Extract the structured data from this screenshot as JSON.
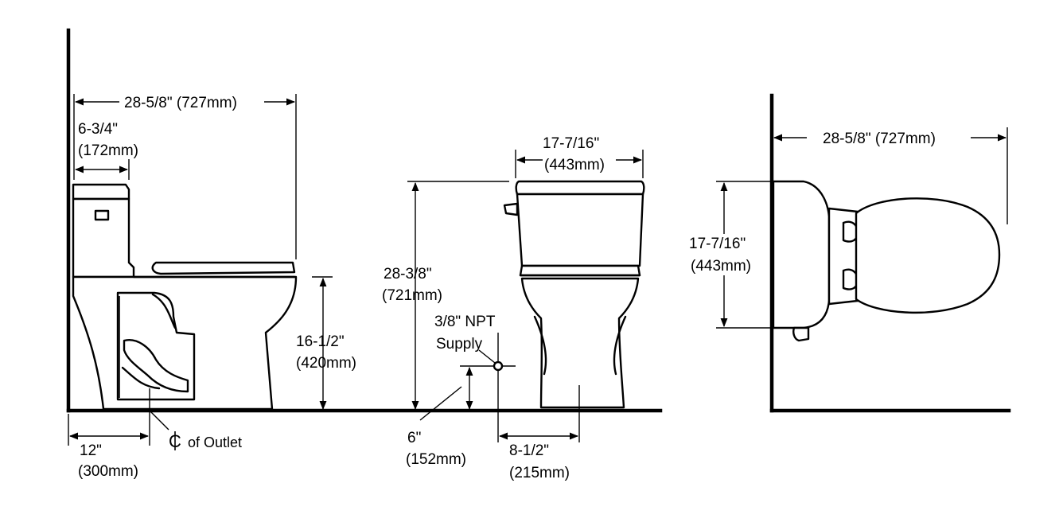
{
  "side_view": {
    "overall_depth": "28-5/8\" (727mm)",
    "tank_depth_in": "6-3/4\"",
    "tank_depth_mm": "(172mm)",
    "seat_height_in": "16-1/2\"",
    "seat_height_mm": "(420mm)",
    "rough_in_in": "12\"",
    "rough_in_mm": "(300mm)",
    "outlet_symbol": "C",
    "outlet_label": "of Outlet"
  },
  "front_view": {
    "tank_width_in": "17-7/16\"",
    "tank_width_mm": "(443mm)",
    "overall_height_in": "28-3/8\"",
    "overall_height_mm": "(721mm)",
    "supply_line1": "3/8\" NPT",
    "supply_line2": "Supply",
    "supply_height_in": "6\"",
    "supply_height_mm": "(152mm)",
    "supply_offset_in": "8-1/2\"",
    "supply_offset_mm": "(215mm)"
  },
  "top_view": {
    "overall_depth": "28-5/8\" (727mm)",
    "tank_width_in": "17-7/16\"",
    "tank_width_mm": "(443mm)"
  }
}
